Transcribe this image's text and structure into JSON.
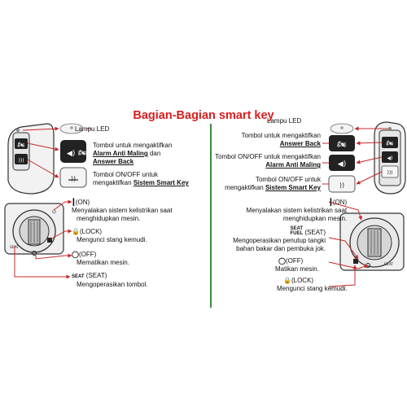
{
  "title": "Bagian-Bagian smart key",
  "colors": {
    "title": "#d81e1e",
    "divider": "#3d8a3d",
    "arrow": "#c62828"
  },
  "left": {
    "led": "Lampu LED",
    "alarm_pre": "Tombol untuk mengaktifkan",
    "alarm_l2": "Alarm Anti Maling",
    "alarm_l2_suffix": " dan",
    "alarm_l3": "Answer Back",
    "onoff_pre": "Tombol ON/OFF untuk",
    "onoff_l2_pre": "mengaktifkan ",
    "onoff_l2": "Sistem Smart Key",
    "on_label": "(ON)",
    "on_desc_1": "Menyalakan sistem kelistrikan saat",
    "on_desc_2": "menghidupkan mesin.",
    "lock_label": "(LOCK)",
    "lock_desc": "Mengunci stang kemudi.",
    "off_label": "(OFF)",
    "off_desc": "Mematikan mesin.",
    "seat_label_b": "SEAT",
    "seat_label": " (SEAT)",
    "seat_desc": "Mengoperasikan tombol."
  },
  "right": {
    "led": "Lampu LED",
    "alarm_pre": "Tombol untuk mengaktifkan",
    "alarm_l2": "Answer Back",
    "onoff_pre": "Tombol ON/OFF untuk mengaktifkan",
    "onoff_l2": "Alarm Anti Maling",
    "smart_pre": "Tombol ON/OFF untuk",
    "smart_l2_pre": "mengaktifkan ",
    "smart_l2": "Sistem Smart Key",
    "on_label": "(ON)",
    "on_desc_1": "Menyalakan sistem kelistrikan saat",
    "on_desc_2": "menghidupkan mesin.",
    "seat_b1": "SEAT",
    "seat_b2": "FUEL",
    "seat_label": " (SEAT)",
    "seat_desc_1": "Mengoperasikan penutup tangki",
    "seat_desc_2": "bahan bakar dan pembuka jok.",
    "off_label": "(OFF)",
    "off_desc": "Matikan mesin.",
    "lock_label": "(LOCK)",
    "lock_desc": "Mengunci stang kemudi."
  }
}
